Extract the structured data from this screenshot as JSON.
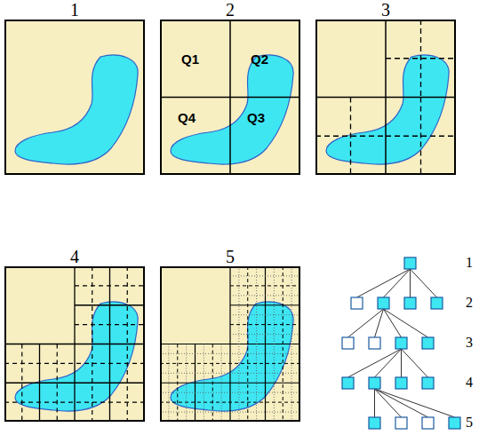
{
  "diagram": {
    "nodes": [
      {
        "text": [
          "1"
        ]
      },
      {
        "text": [
          "2"
        ]
      },
      {
        "text": [
          "3"
        ]
      },
      {
        "text": [
          "4"
        ]
      },
      {
        "text": [
          "5"
        ]
      }
    ],
    "labels": [
      "Q1",
      "Q2",
      "Q4",
      "Q3",
      "1",
      "2",
      "3",
      "4",
      "5"
    ]
  }
}
